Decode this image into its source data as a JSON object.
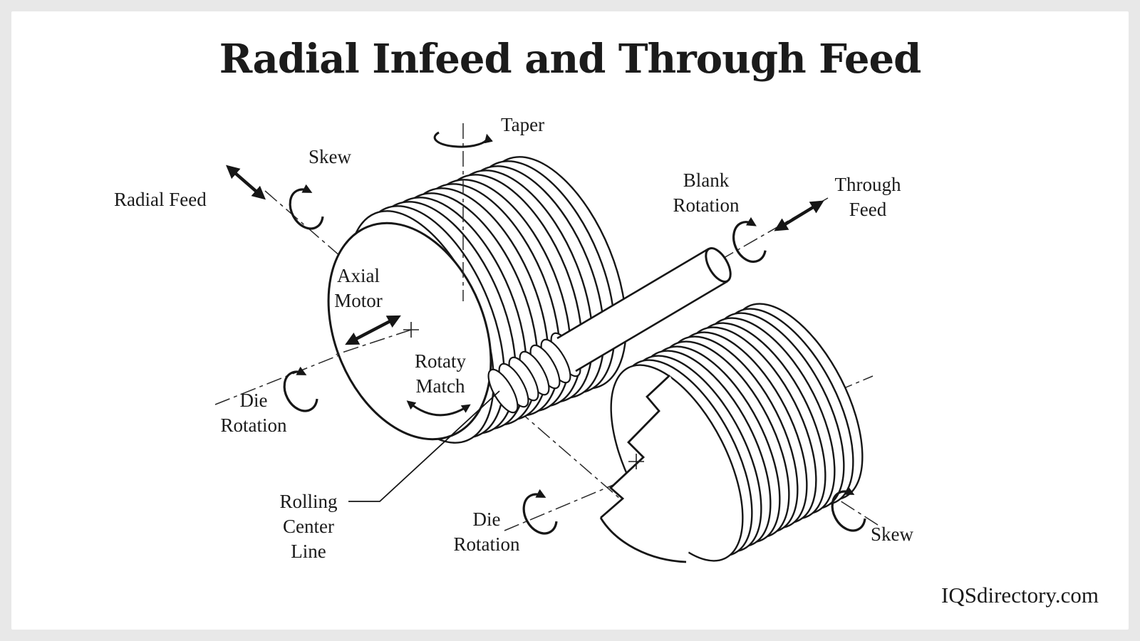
{
  "title": "Radial Infeed and Through Feed",
  "watermark": "IQSdirectory.com",
  "labels": {
    "taper": "Taper",
    "skew_left": "Skew",
    "radial_feed": "Radial Feed",
    "blank_rotation": [
      "Blank",
      "Rotation"
    ],
    "through_feed": [
      "Through",
      "Feed"
    ],
    "axial_motor": [
      "Axial",
      "Motor"
    ],
    "rotary_match": [
      "Rotaty",
      "Match"
    ],
    "die_rotation_left": [
      "Die",
      "Rotation"
    ],
    "rolling_center_line": [
      "Rolling",
      "Center",
      "Line"
    ],
    "die_rotation_bottom": [
      "Die",
      "Rotation"
    ],
    "skew_right": "Skew"
  },
  "colors": {
    "line": "#161616",
    "background": "#ffffff",
    "frame": "#e8e8e8"
  }
}
